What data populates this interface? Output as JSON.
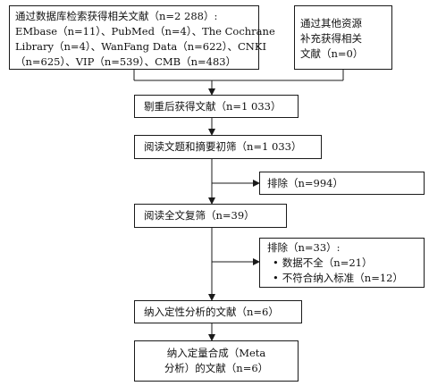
{
  "flowchart": {
    "top_left": {
      "lines": [
        "通过数据库检索获得相关文献（n=2 288）:",
        "EMbase（n=11）、PubMed（n=4）、The Cochrane",
        "Library（n=4）、WanFang Data（n=622）、CNKI",
        "（n=625）、VIP（n=539）、CMB（n=483）"
      ]
    },
    "top_right": {
      "lines": [
        "通过其他资源",
        "补充获得相关",
        "文献（n=0）"
      ]
    },
    "step1": "剔重后获得文献（n=1 033）",
    "step2": "阅读文题和摘要初筛（n=1 033）",
    "exclude1": "排除（n=994）",
    "step3": "阅读全文复筛（n=39）",
    "exclude2": {
      "title": "排除（n=33）:",
      "items": [
        "数据不全（n=21）",
        "不符合纳入标准（n=12）"
      ],
      "bullet": "•"
    },
    "step4": "纳入定性分析的文献（n=6）",
    "step5": {
      "lines": [
        "纳入定量合成（Meta",
        "分析）的文献（n=6）"
      ]
    }
  }
}
